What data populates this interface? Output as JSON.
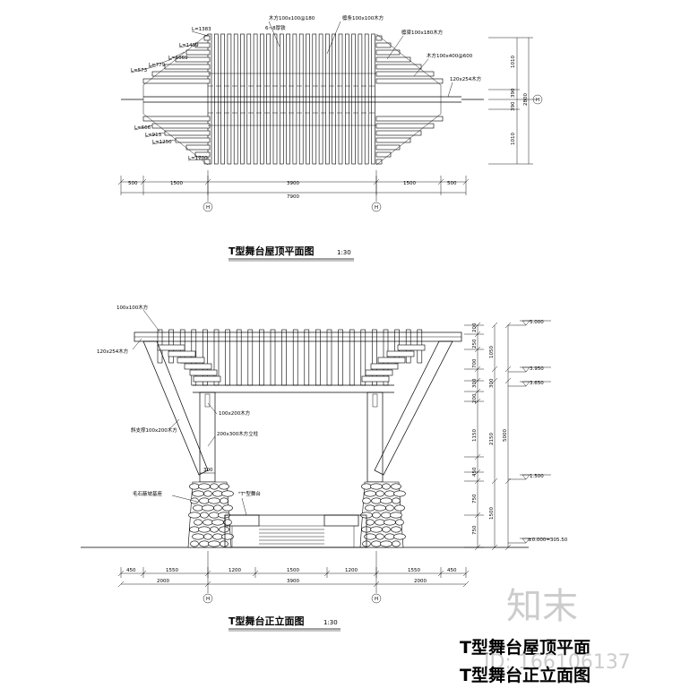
{
  "plan": {
    "title": "T型舞台屋顶平面图",
    "scale": "1:30",
    "lengths": [
      "L=1383",
      "L=1459",
      "L=1069",
      "L=779",
      "L=573",
      "L=666",
      "L=913",
      "L=1250",
      "L=1700"
    ],
    "callouts": [
      "木方100x100@180",
      "6~8厚铁",
      "檩条100x100木方",
      "檩梁100x180木方",
      "木方100x400@600",
      "120x254木方"
    ],
    "dims_bottom": [
      "500",
      "1500",
      "3900",
      "1500",
      "500"
    ],
    "total": "7900",
    "dims_right": [
      "1010",
      "390",
      "390",
      "1010"
    ],
    "dim_right_total": "2800",
    "axis_right": "H",
    "axes": [
      "H",
      "H"
    ]
  },
  "elevation": {
    "title": "T型舞台正立面图",
    "scale": "1:30",
    "callouts": [
      "100x100木方",
      "120x254木方",
      "100x200木方",
      "斜支撑100x200木方",
      "200x300木方立柱",
      "毛石蔽坡基座",
      "\"T\"型舞台"
    ],
    "col_width": "300",
    "dims_right_inner": [
      "200",
      "250",
      "700",
      "300",
      "200",
      "1150",
      "450",
      "750",
      "750"
    ],
    "dims_right_mid": [
      "1050",
      "300",
      "2150",
      "1500"
    ],
    "dims_right_outer": "5000",
    "levels": [
      "5.000",
      "3.950",
      "3.650",
      "1.500",
      "±0.000=305.50"
    ],
    "dims_bottom_1": [
      "450",
      "1550",
      "1200",
      "1500",
      "1200",
      "1550",
      "450"
    ],
    "dims_bottom_2": [
      "2000",
      "3900",
      "2000"
    ],
    "axes": [
      "H",
      "H"
    ]
  },
  "footer": {
    "line1": "T型舞台屋顶平面",
    "line2": "T型舞台正立面图"
  },
  "watermark": {
    "brand": "知末",
    "id": "ID: 166106137"
  }
}
